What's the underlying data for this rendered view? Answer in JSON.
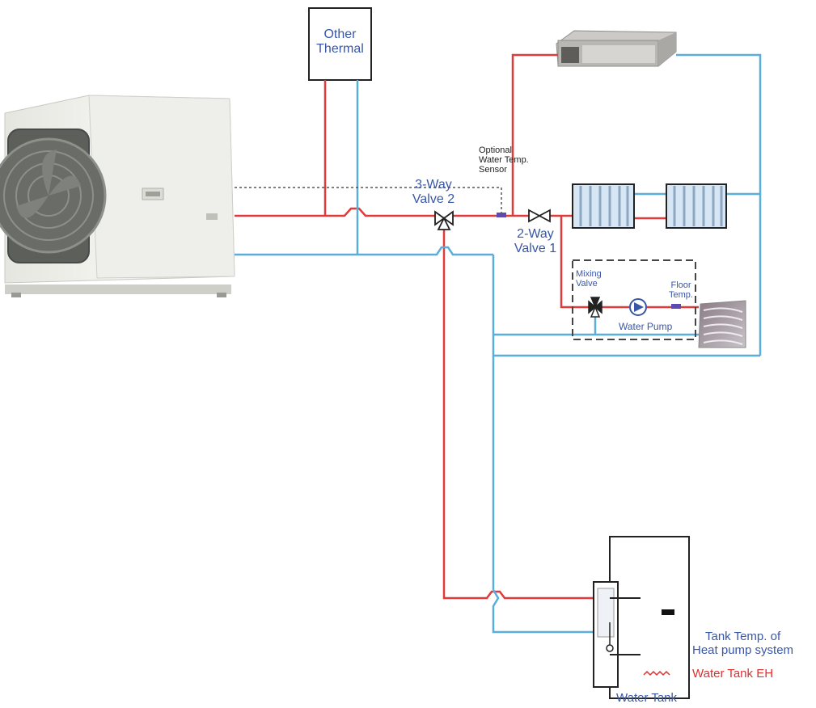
{
  "colors": {
    "hot_pipe": "#e03a3a",
    "cold_pipe": "#5aaedc",
    "label_blue": "#3a57a6",
    "label_red": "#e03030",
    "sensor": "#5b4bb0"
  },
  "labels": {
    "other_thermal_line1": "Other",
    "other_thermal_line2": "Thermal",
    "optional_line1": "Optional",
    "optional_line2": "Water Temp.",
    "optional_line3": "Sensor",
    "three_way_line1": "3-Way",
    "three_way_line2": "Valve 2",
    "two_way_line1": "2-Way",
    "two_way_line2": "Valve 1",
    "mixing_line1": "Mixing",
    "mixing_line2": "Valve",
    "floor_line1": "Floor",
    "floor_line2": "Temp.",
    "water_pump": "Water Pump",
    "tank_temp_line1": "Tank Temp. of",
    "tank_temp_line2": "Heat pump system",
    "water_tank_eh": "Water Tank EH",
    "water_tank": "Water Tank"
  },
  "icons": {
    "outdoor_unit": "heat-pump-outdoor-unit-icon",
    "fan_coil": "ducted-fan-coil-icon",
    "radiator": "radiator-icon",
    "floor_heating": "floor-heating-icon",
    "pump": "water-pump-icon",
    "valve": "valve-icon"
  }
}
